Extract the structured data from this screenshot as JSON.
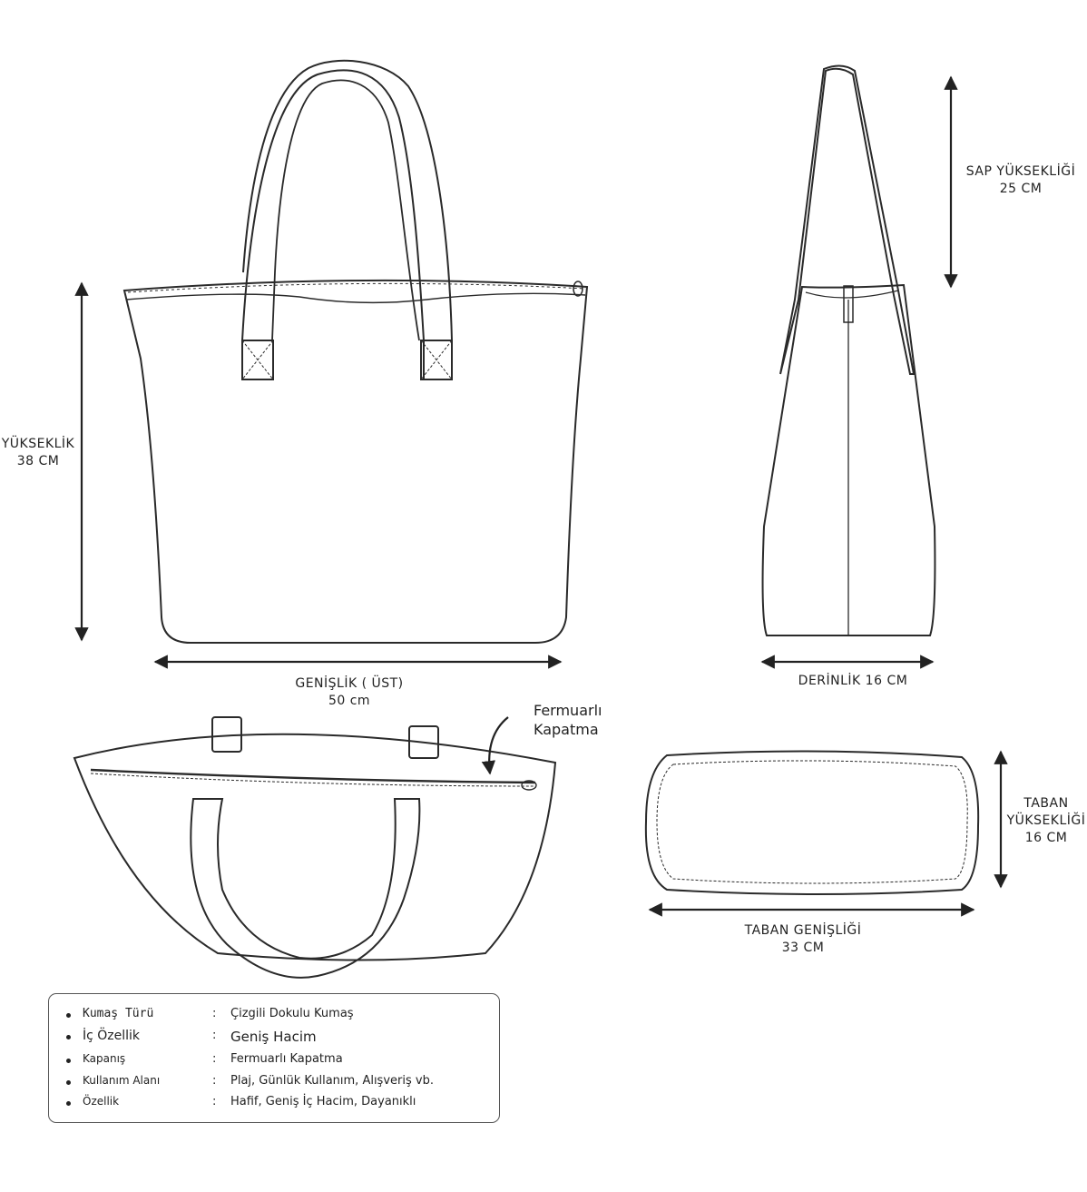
{
  "labels": {
    "height": [
      "YÜKSEKLİK",
      "38 CM"
    ],
    "width": [
      "GENİŞLİK ( ÜST)",
      "50 cm"
    ],
    "handle_height": [
      "SAP YÜKSEKLİĞİ",
      "25 CM"
    ],
    "depth": "DERİNLİK 16 CM",
    "base_height": [
      "TABAN",
      "YÜKSEKLİĞİ",
      "16 CM"
    ],
    "base_width": [
      "TABAN GENİŞLİĞİ",
      "33 CM"
    ],
    "zipper_callout": [
      "Fermuarlı",
      "Kapatma"
    ]
  },
  "specs": [
    {
      "key": "Kumaş Türü",
      "value": "Çizgili Dokulu Kumaş"
    },
    {
      "key": "İç Özellik",
      "value": "Geniş Hacim"
    },
    {
      "key": "Kapanış",
      "value": "Fermuarlı Kapatma"
    },
    {
      "key": "Kullanım Alanı",
      "value": "Plaj, Günlük Kullanım, Alışveriş vb."
    },
    {
      "key": "Özellik",
      "value": "Hafif, Geniş İç Hacim, Dayanıklı"
    }
  ],
  "separator": ":"
}
